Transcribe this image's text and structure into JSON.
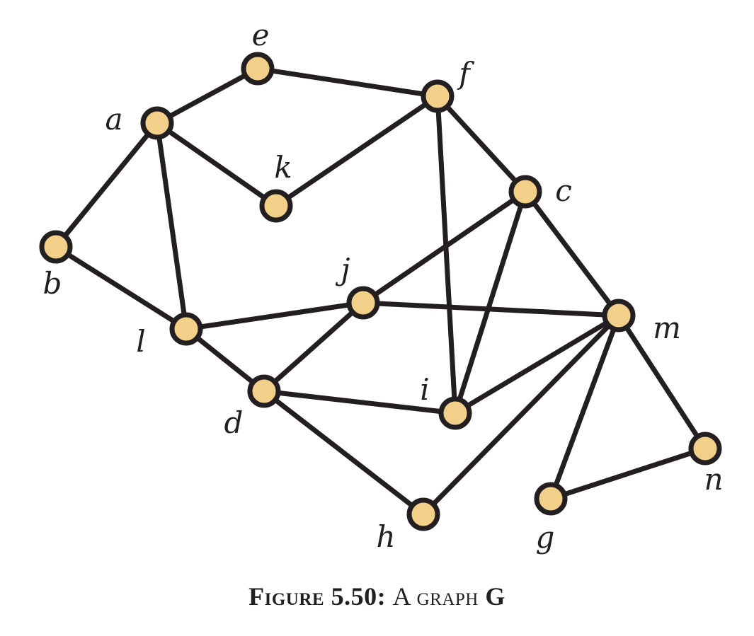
{
  "figure": {
    "caption_prefix": "Figure 5.50:",
    "caption_title": "A graph",
    "caption_symbol": "G"
  },
  "colors": {
    "node_fill": "#f2d08a",
    "stroke": "#231f20",
    "background": "#ffffff"
  },
  "graph": {
    "nodes": [
      {
        "id": "a",
        "label": "a"
      },
      {
        "id": "b",
        "label": "b"
      },
      {
        "id": "c",
        "label": "c"
      },
      {
        "id": "d",
        "label": "d"
      },
      {
        "id": "e",
        "label": "e"
      },
      {
        "id": "f",
        "label": "f"
      },
      {
        "id": "g",
        "label": "g"
      },
      {
        "id": "h",
        "label": "h"
      },
      {
        "id": "i",
        "label": "i"
      },
      {
        "id": "j",
        "label": "j"
      },
      {
        "id": "k",
        "label": "k"
      },
      {
        "id": "l",
        "label": "l"
      },
      {
        "id": "m",
        "label": "m"
      },
      {
        "id": "n",
        "label": "n"
      }
    ],
    "edges": [
      [
        "a",
        "e"
      ],
      [
        "e",
        "f"
      ],
      [
        "a",
        "k"
      ],
      [
        "k",
        "f"
      ],
      [
        "a",
        "b"
      ],
      [
        "a",
        "l"
      ],
      [
        "b",
        "l"
      ],
      [
        "f",
        "c"
      ],
      [
        "f",
        "i"
      ],
      [
        "c",
        "j"
      ],
      [
        "c",
        "i"
      ],
      [
        "c",
        "m"
      ],
      [
        "l",
        "j"
      ],
      [
        "l",
        "d"
      ],
      [
        "j",
        "d"
      ],
      [
        "j",
        "m"
      ],
      [
        "d",
        "i"
      ],
      [
        "d",
        "h"
      ],
      [
        "i",
        "m"
      ],
      [
        "h",
        "m"
      ],
      [
        "m",
        "g"
      ],
      [
        "m",
        "n"
      ],
      [
        "g",
        "n"
      ]
    ]
  }
}
